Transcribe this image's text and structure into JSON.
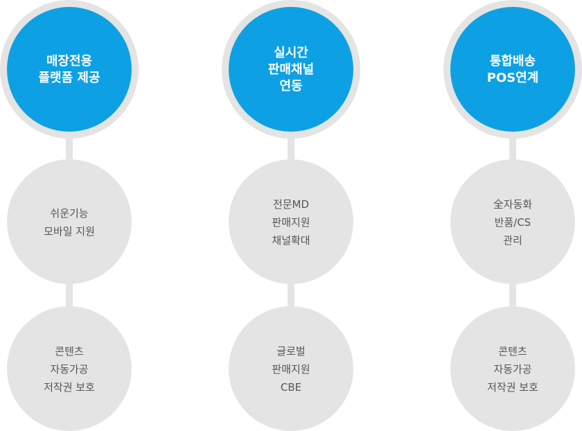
{
  "columns": [
    {
      "title_lines": [
        "매장전용",
        "플랫폼 제공"
      ],
      "items": [
        {
          "lines": [
            "쉬운기능",
            "모바일 지원"
          ]
        },
        {
          "lines": [
            "콘텐츠",
            "자동가공",
            "저작권 보호"
          ]
        }
      ]
    },
    {
      "title_lines": [
        "실시간",
        "판매채널",
        "연동"
      ],
      "items": [
        {
          "lines": [
            "전문MD",
            "판매지원",
            "채널확대"
          ]
        },
        {
          "lines": [
            "글로벌",
            "판매지원",
            "CBE"
          ]
        }
      ]
    },
    {
      "title_lines": [
        "통합배송",
        "POS연계"
      ],
      "items": [
        {
          "lines": [
            "全자동화",
            "반품/CS",
            "관리"
          ]
        },
        {
          "lines": [
            "콘텐츠",
            "자동가공",
            "저작권 보호"
          ]
        }
      ]
    }
  ],
  "colors": {
    "accent": "#0ea0e4",
    "ring": "#e4e4e4",
    "sub_text": "#555555",
    "main_text": "#ffffff"
  }
}
